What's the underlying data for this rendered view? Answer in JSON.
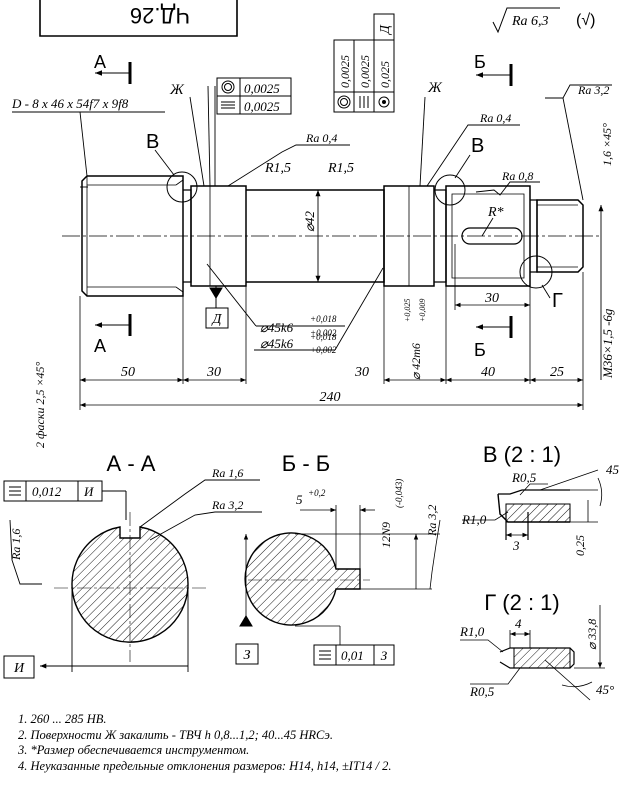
{
  "stamp": "ЧД.26",
  "roughness_general": "Ra 6,3",
  "roughness_general_mark": "(√)",
  "spline_designation": "D - 8 x 46 x 54f7 x 9f8",
  "section_marks": {
    "a": "А",
    "b": "Б",
    "zh": "Ж",
    "d": "Д",
    "v": "В",
    "g": "Г"
  },
  "tol_cylindricity": "0,0025",
  "tol_parallel": "0,0025",
  "tol_col": [
    "0,0025",
    "0,0025",
    "0,025"
  ],
  "roughness": {
    "ra04": "Ra 0,4",
    "ra08": "Ra 0,8",
    "ra32": "Ra 3,2",
    "ra16": "Ra 1,6"
  },
  "radii": {
    "r15": "R1,5",
    "rstar": "R*",
    "r05": "R0,5",
    "r10": "R1,0"
  },
  "diameters": {
    "d42": "⌀42",
    "d45k6": "⌀45k6",
    "d45k6_upper": "+0,018",
    "d45k6_lower": "+0,002",
    "d42m6": "⌀ 42m6",
    "d42m6_upper": "+0,025",
    "d42m6_lower": "+0,009",
    "thread": "M36×1,5 -6g",
    "chamfer_top": "1,6 ×45°",
    "chamfer_left": "2 фаски 2,5 ×45°"
  },
  "lengths": {
    "l50": "50",
    "l30a": "30",
    "l30b": "30",
    "l40": "40",
    "l25": "25",
    "l240": "240",
    "l30c": "30"
  },
  "section_titles": {
    "aa": "А - А",
    "bb": "Б - Б",
    "v": "В (2 : 1)",
    "g": "Г (2 : 1)"
  },
  "section_aa": {
    "tol": "0,012",
    "base": "И"
  },
  "section_bb": {
    "keyway_width": "5",
    "keyway_width_tol": "+0,2",
    "depth": "12N9",
    "depth_tol": "(-0,043)",
    "tol": "0,01",
    "base": "З"
  },
  "detail_v": {
    "angle": "45",
    "dim": "3",
    "step": "0,25"
  },
  "detail_g": {
    "dim": "4",
    "dia": "⌀ 33,8",
    "angle": "45°"
  },
  "notes": [
    "1. 260 ... 285 HB.",
    "2. Поверхности Ж закалить - ТВЧ   h 0,8...1,2;   40...45 HRCэ.",
    "3. *Размер обеспечивается инструментом.",
    "4. Неуказанные предельные отклонения размеров:  H14,  h14,  ±IT14 / 2."
  ]
}
